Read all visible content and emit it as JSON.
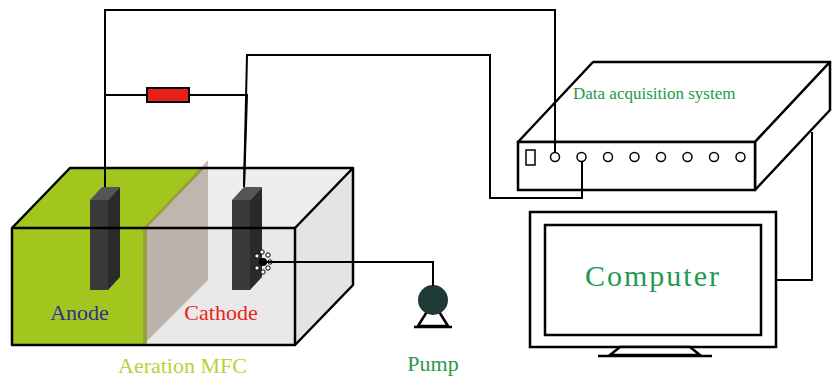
{
  "diagram": {
    "nodes": [
      {
        "text": [
          "Aeration MFC"
        ]
      },
      {
        "text": [
          "Anode"
        ],
        "in": 0
      },
      {
        "text": [
          "Cathode"
        ],
        "in": 0
      },
      {
        "text": [
          "Data acquisition system"
        ]
      },
      {
        "text": [
          "Computer"
        ]
      },
      {
        "text": [
          "Pump"
        ]
      }
    ],
    "edges": [
      {
        "from": 1,
        "to": 2,
        "arrow": "none"
      },
      {
        "from": 1,
        "to": 3,
        "arrow": "none"
      },
      {
        "from": 2,
        "to": 3,
        "arrow": "none"
      },
      {
        "from": 3,
        "to": 4,
        "arrow": "none"
      },
      {
        "from": 5,
        "to": 2,
        "arrow": "none"
      }
    ]
  }
}
